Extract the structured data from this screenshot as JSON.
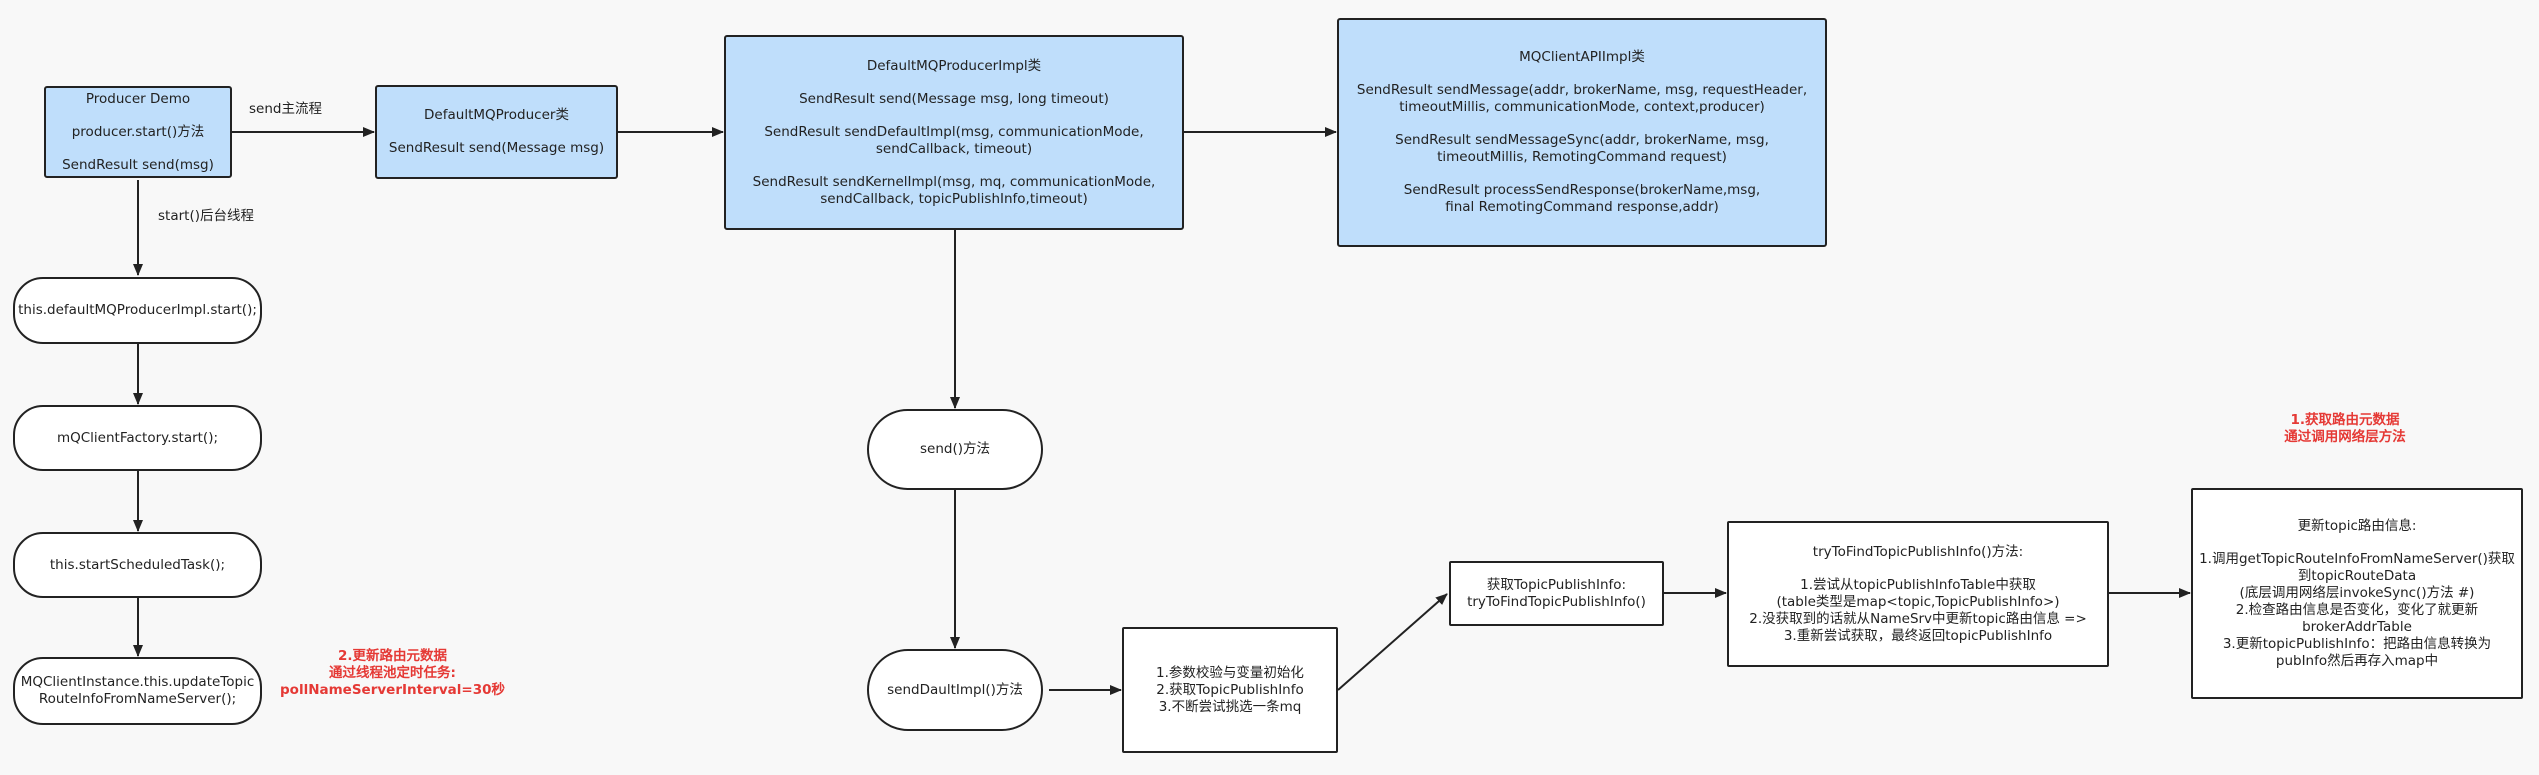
{
  "colors": {
    "box_fill": "#bfdefb",
    "stroke": "#222222",
    "highlight": "#e53935",
    "background": "#f8f8f8"
  },
  "nodes": {
    "producer_demo": {
      "lines": [
        "Producer Demo",
        "",
        "producer.start()方法",
        "",
        "SendResult send(msg)"
      ]
    },
    "default_mq_producer": {
      "lines": [
        "DefaultMQProducer类",
        "",
        "SendResult send(Message msg)"
      ]
    },
    "producer_impl": {
      "lines": [
        "DefaultMQProducerImpl类",
        "",
        "SendResult send(Message msg, long timeout)",
        "",
        "SendResult sendDefaultImpl(msg, communicationMode,",
        "sendCallback, timeout)",
        "",
        "SendResult sendKernelImpl(msg, mq, communicationMode,",
        "sendCallback, topicPublishInfo,timeout)"
      ]
    },
    "client_api_impl": {
      "lines": [
        "MQClientAPIImpl类",
        "",
        "SendResult sendMessage(addr, brokerName, msg, requestHeader,",
        "timeoutMillis, communicationMode, context,producer)",
        "",
        "SendResult sendMessageSync(addr, brokerName, msg,",
        "timeoutMillis, RemotingCommand request)",
        "",
        "SendResult processSendResponse(brokerName,msg,",
        "final RemotingCommand response,addr)"
      ]
    },
    "impl_start": {
      "lines": [
        "this.defaultMQProducerImpl.start();"
      ]
    },
    "factory_start": {
      "lines": [
        "mQClientFactory.start();"
      ]
    },
    "scheduled_task": {
      "lines": [
        "this.startScheduledTask();"
      ]
    },
    "update_topic_route": {
      "lines": [
        "MQClientInstance.this.updateTopic",
        "RouteInfoFromNameServer();"
      ]
    },
    "send_method": {
      "lines": [
        "send()方法"
      ]
    },
    "send_default_impl": {
      "lines": [
        "sendDaultImpl()方法"
      ]
    },
    "steps": {
      "lines": [
        "1.参数校验与变量初始化",
        "2.获取TopicPublishInfo",
        "3.不断尝试挑选一条mq"
      ]
    },
    "get_topic_publish_info": {
      "lines": [
        "获取TopicPublishInfo:",
        "tryToFindTopicPublishInfo()"
      ]
    },
    "try_to_find": {
      "lines": [
        "tryToFindTopicPublishInfo()方法:",
        "",
        "1.尝试从topicPublishInfoTable中获取",
        "(table类型是map<topic,TopicPublishInfo>)",
        "2.没获取到的话就从NameSrv中更新topic路由信息 =>",
        "3.重新尝试获取，最终返回topicPublishInfo"
      ]
    },
    "update_route_info": {
      "lines": [
        "更新topic路由信息:",
        "",
        "1.调用getTopicRouteInfoFromNameServer()获取",
        "到topicRouteData",
        "(底层调用网络层invokeSync()方法 #)",
        "2.检查路由信息是否变化，变化了就更新",
        "brokerAddrTable",
        "3.更新topicPublishInfo：把路由信息转换为",
        "pubInfo然后再存入map中"
      ]
    }
  },
  "edge_labels": {
    "send_main_flow": "send主流程",
    "start_background_thread": "start()后台线程"
  },
  "annotations": {
    "fetch_route_data": {
      "lines": [
        "1.获取路由元数据",
        "",
        "通过调用网络层方法"
      ]
    },
    "update_route_data": {
      "lines": [
        "2.更新路由元数据",
        "",
        "通过线程池定时任务:",
        "pollNameServerInterval=30秒"
      ]
    }
  }
}
